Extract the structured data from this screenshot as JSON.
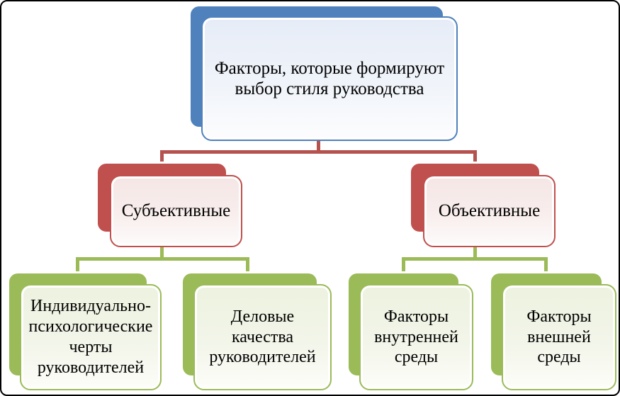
{
  "diagram_title": "Факторы, которые формируют выбор стиля руководства",
  "colors": {
    "blue": "#4f81bd",
    "red": "#c0504d",
    "green": "#9bbb59",
    "conn-red": "#b5524e",
    "conn-green": "#9bbb59",
    "frame-border": "#000000"
  },
  "nodes": {
    "root": {
      "lines": [
        "Факторы, которые формируют",
        "выбор стиля руководства"
      ]
    },
    "subjective": {
      "label": "Субъективные"
    },
    "objective": {
      "label": "Объективные"
    },
    "leaf_individual": {
      "lines": [
        "Индивидуально-",
        "психологические",
        "черты",
        "руководителей"
      ]
    },
    "leaf_business": {
      "lines": [
        "Деловые",
        "качества",
        "руководителей"
      ]
    },
    "leaf_internal": {
      "lines": [
        "Факторы",
        "внутренней",
        "среды"
      ]
    },
    "leaf_external": {
      "lines": [
        "Факторы",
        "внешней",
        "среды"
      ]
    }
  }
}
